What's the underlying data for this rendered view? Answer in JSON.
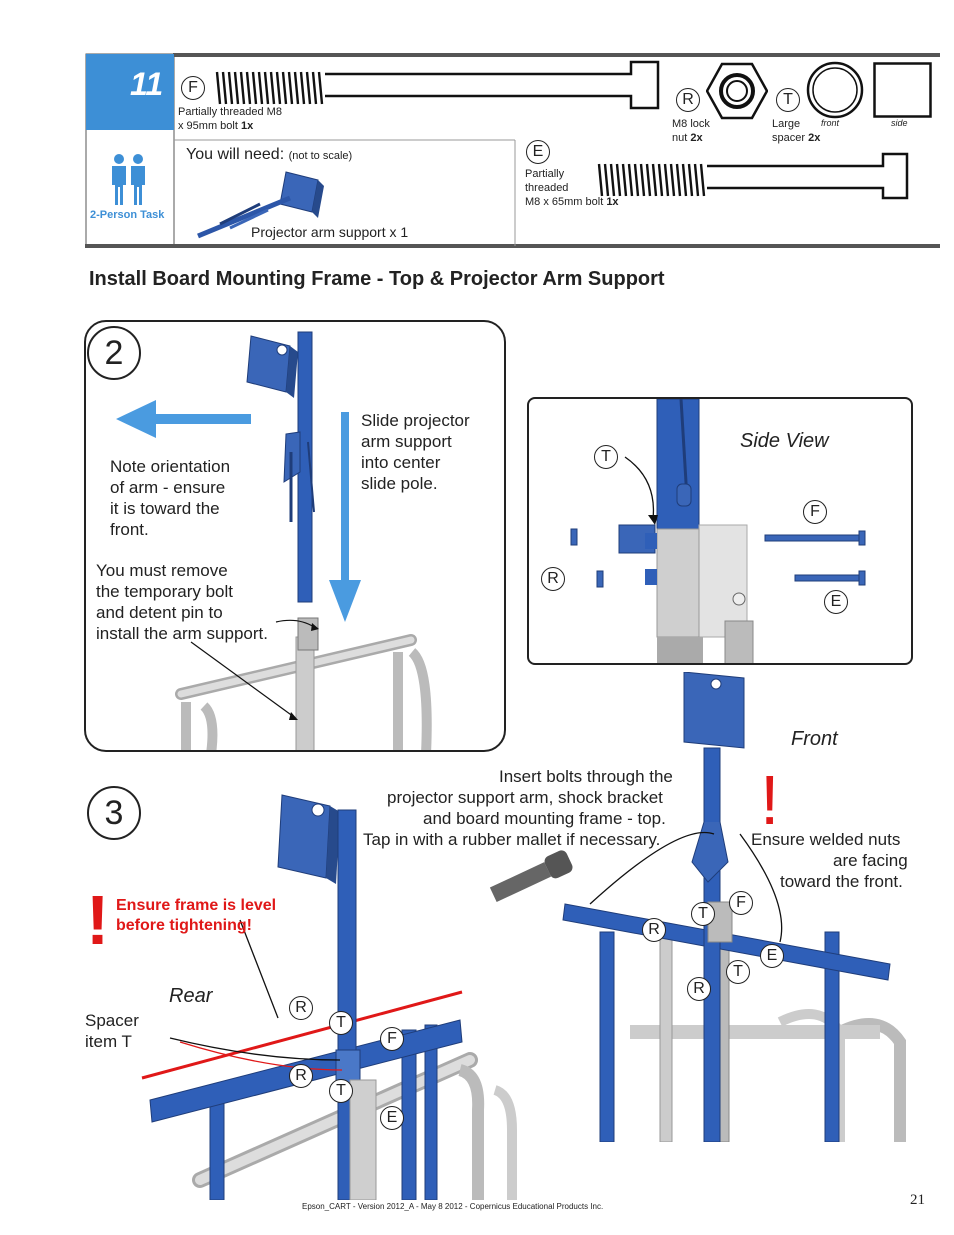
{
  "header": {
    "step_number": "11",
    "task_label": "2-Person Task",
    "you_will_need": "You will need:",
    "not_to_scale": "(not to scale)",
    "projector_arm_caption": "Projector arm support x 1",
    "parts": {
      "F": {
        "letter": "F",
        "desc1": "Partially threaded M8",
        "desc2": "x 95mm bolt",
        "qty": "1x"
      },
      "R": {
        "letter": "R",
        "desc1": "M8 lock",
        "desc2": "nut",
        "qty": "2x"
      },
      "T": {
        "letter": "T",
        "desc1": "Large",
        "desc2": "spacer",
        "qty": "2x",
        "front": "front",
        "side": "side"
      },
      "E": {
        "letter": "E",
        "desc1": "Partially",
        "desc2": "threaded",
        "desc3": "M8 x 65mm bolt",
        "qty": "1x"
      }
    }
  },
  "section_title": "Install Board Mounting Frame - Top & Projector Arm Support",
  "step2": {
    "number": "2",
    "note_orientation": [
      "Note orientation",
      "of arm - ensure",
      "it is toward the",
      "front."
    ],
    "slide_text": [
      "Slide projector",
      "arm support",
      "into center",
      "slide pole."
    ],
    "remove_text": [
      "You must remove",
      "the temporary bolt",
      "and detent pin to",
      "install the arm support."
    ],
    "side_view": {
      "title": "Side View",
      "labels": {
        "T": "T",
        "F": "F",
        "R": "R",
        "E": "E"
      }
    }
  },
  "step3": {
    "number": "3",
    "front_label": "Front",
    "rear_label": "Rear",
    "insert_text": [
      "Insert bolts through the",
      "projector support arm, shock bracket",
      "and board mounting frame - top.",
      "Tap in with a rubber mallet if necessary."
    ],
    "welded_text": [
      "Ensure welded nuts",
      "are facing",
      "toward the front."
    ],
    "level_warning": [
      "Ensure frame is level",
      "before tightening!"
    ],
    "spacer_text": [
      "Spacer",
      "item T"
    ],
    "rear_labels": {
      "R1": "R",
      "T1": "T",
      "F": "F",
      "R2": "R",
      "T2": "T",
      "E": "E"
    },
    "front_labels": {
      "F": "F",
      "T1": "T",
      "R1": "R",
      "E": "E",
      "T2": "T",
      "R2": "R"
    }
  },
  "footer": {
    "text": "Epson_CART - Version 2012_A - May 8 2012 - Copernicus Educational Products Inc.",
    "page_number": "21"
  }
}
